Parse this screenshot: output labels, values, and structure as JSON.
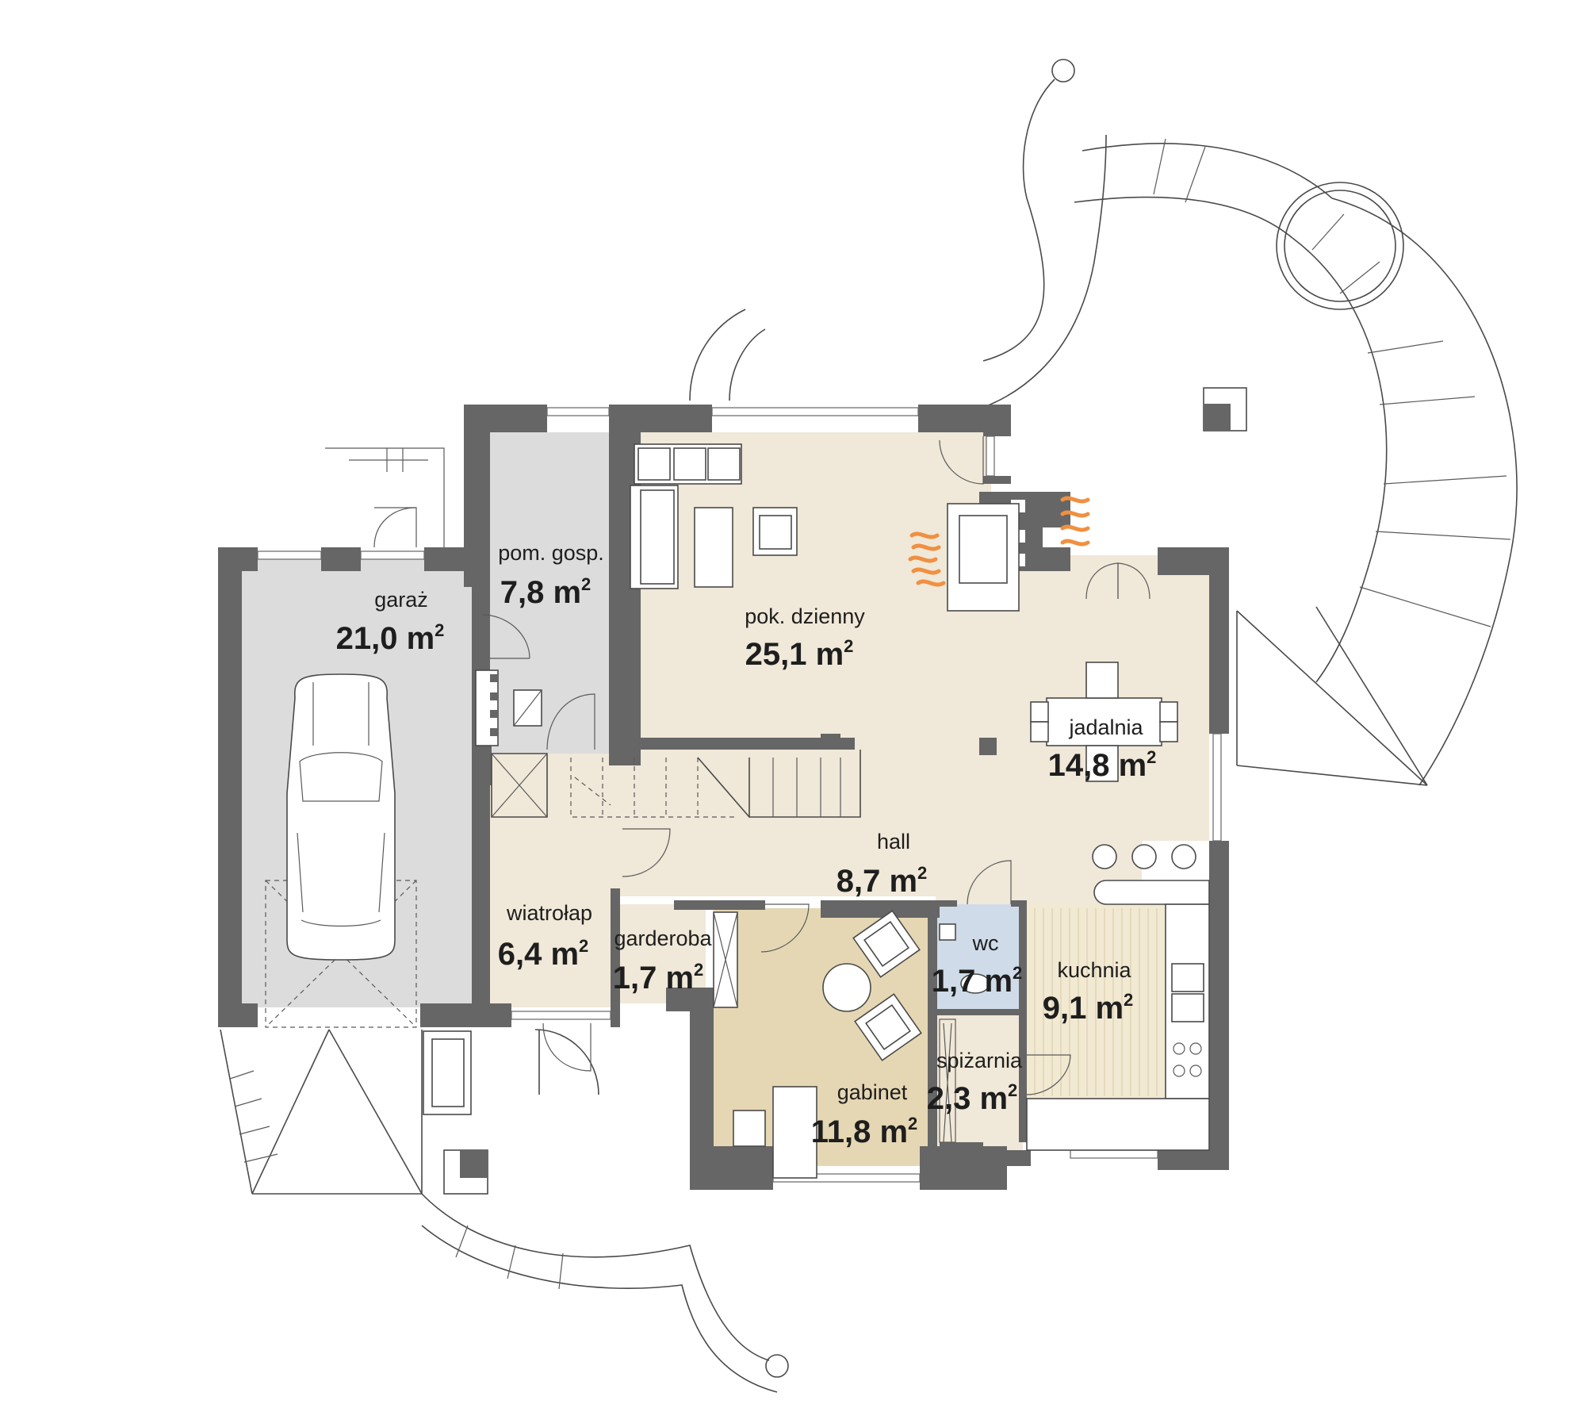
{
  "colors": {
    "wall": "#666666",
    "living_floor": "#f0e8d8",
    "garage_floor": "#dcdcdc",
    "study_floor": "#e5d7b3",
    "wc_floor": "#cfdbe8",
    "kitchen_floor": "#f2e9d2",
    "fire_accent": "#f09040"
  },
  "rooms": [
    {
      "id": "garaz",
      "name": "garaż",
      "area": "21,0 m",
      "unit_sup": "2"
    },
    {
      "id": "pom_gosp",
      "name": "pom. gosp.",
      "area": "7,8 m",
      "unit_sup": "2"
    },
    {
      "id": "pok_dzienny",
      "name": "pok. dzienny",
      "area": "25,1 m",
      "unit_sup": "2"
    },
    {
      "id": "jadalnia",
      "name": "jadalnia",
      "area": "14,8 m",
      "unit_sup": "2"
    },
    {
      "id": "hall",
      "name": "hall",
      "area": "8,7 m",
      "unit_sup": "2"
    },
    {
      "id": "wiatrolap",
      "name": "wiatrołap",
      "area": "6,4 m",
      "unit_sup": "2"
    },
    {
      "id": "garderoba",
      "name": "garderoba",
      "area": "1,7 m",
      "unit_sup": "2"
    },
    {
      "id": "wc",
      "name": "wc",
      "area": "1,7 m",
      "unit_sup": "2"
    },
    {
      "id": "kuchnia",
      "name": "kuchnia",
      "area": "9,1 m",
      "unit_sup": "2"
    },
    {
      "id": "spizarnia",
      "name": "spiżarnia",
      "area": "2,3 m",
      "unit_sup": "2"
    },
    {
      "id": "gabinet",
      "name": "gabinet",
      "area": "11,8 m",
      "unit_sup": "2"
    }
  ]
}
